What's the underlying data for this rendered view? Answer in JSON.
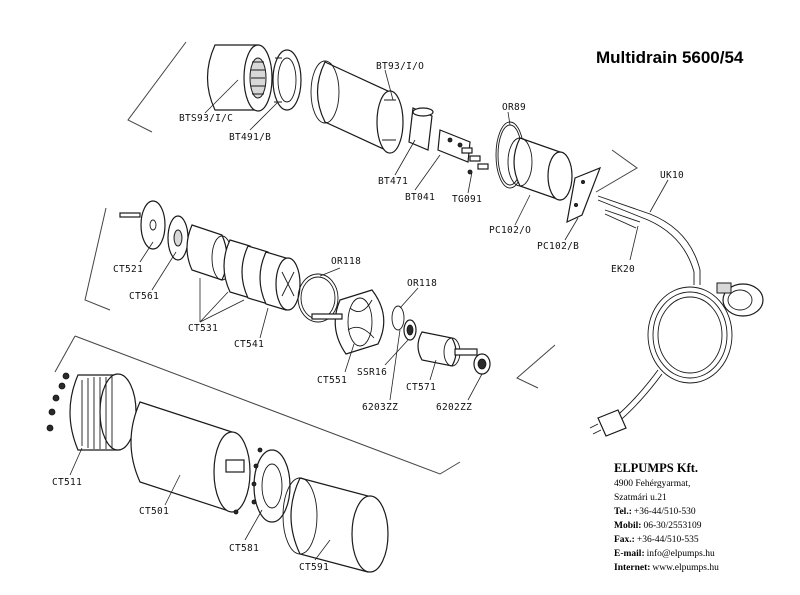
{
  "title": "Multidrain 5600/54",
  "company": {
    "name": "ELPUMPS Kft.",
    "address_line1": "4900 Fehérgyarmat,",
    "address_line2": "Szatmári u.21",
    "contacts": [
      {
        "key": "Tel.:",
        "value": "+36-44/510-530"
      },
      {
        "key": "Mobil:",
        "value": "06-30/2553109"
      },
      {
        "key": "Fax.:",
        "value": "+36-44/510-535"
      },
      {
        "key": "E-mail:",
        "value": "info@elpumps.hu"
      },
      {
        "key": "Internet:",
        "value": "www.elpumps.hu"
      }
    ]
  },
  "parts": {
    "bts93": "BTS93/I/C",
    "bt491": "BT491/B",
    "bt93": "BT93/I/O",
    "bt471": "BT471",
    "bt041": "BT041",
    "or89": "OR89",
    "tg091": "TG091",
    "pc102o": "PC102/O",
    "pc102b": "PC102/B",
    "uk10": "UK10",
    "ek20": "EK20",
    "ct521": "CT521",
    "ct561": "CT561",
    "ct531": "CT531",
    "ct541": "CT541",
    "or118a": "OR118",
    "or118b": "OR118",
    "ct551": "CT551",
    "ssr16": "SSR16",
    "ct571": "CT571",
    "b6203": "6203ZZ",
    "b6202": "6202ZZ",
    "ct511": "CT511",
    "ct501": "CT501",
    "ct581": "CT581",
    "ct591": "CT591"
  }
}
